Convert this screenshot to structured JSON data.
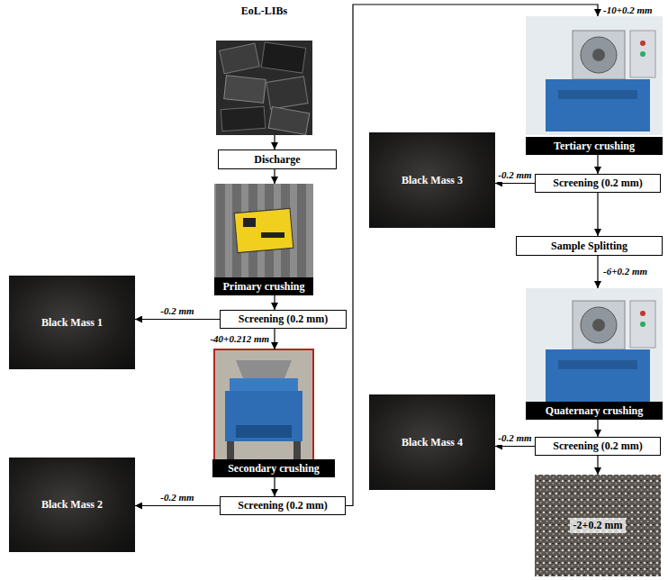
{
  "diagram": {
    "nodes": [
      {
        "text": [
          "EoL-LIBs"
        ]
      },
      {
        "text": [
          "Discharge"
        ]
      },
      {
        "text": [
          "Primary crushing"
        ]
      },
      {
        "text": [
          "Screening (0.2 mm)"
        ]
      },
      {
        "text": [
          "Black Mass 1"
        ]
      },
      {
        "text": [
          "Secondary crushing"
        ]
      },
      {
        "text": [
          "Screening (0.2 mm)"
        ]
      },
      {
        "text": [
          "Black Mass 2"
        ]
      },
      {
        "text": [
          "Tertiary crushing"
        ]
      },
      {
        "text": [
          "Screening (0.2 mm)"
        ]
      },
      {
        "text": [
          "Black Mass 3"
        ]
      },
      {
        "text": [
          "Sample Splitting"
        ]
      },
      {
        "text": [
          "Quaternary crushing"
        ]
      },
      {
        "text": [
          "Screening (0.2 mm)"
        ]
      },
      {
        "text": [
          "Black Mass 4"
        ]
      },
      {
        "text": [
          "-2+0.2 mm"
        ]
      }
    ],
    "edges": [
      {
        "from": 0,
        "to": 1,
        "arrow": "to"
      },
      {
        "from": 1,
        "to": 2,
        "arrow": "to"
      },
      {
        "from": 2,
        "to": 3,
        "arrow": "to"
      },
      {
        "from": 3,
        "to": 4,
        "label": "-0.2 mm",
        "arrow": "to"
      },
      {
        "from": 3,
        "to": 5,
        "label": "-40+0.212 mm",
        "arrow": "to"
      },
      {
        "from": 5,
        "to": 6,
        "arrow": "to"
      },
      {
        "from": 6,
        "to": 7,
        "label": "-0.2 mm",
        "arrow": "to"
      },
      {
        "from": 6,
        "to": 8,
        "label": "-10+0.2 mm",
        "arrow": "to"
      },
      {
        "from": 8,
        "to": 9,
        "arrow": "to"
      },
      {
        "from": 9,
        "to": 10,
        "label": "-0.2 mm",
        "arrow": "to"
      },
      {
        "from": 9,
        "to": 11,
        "arrow": "to"
      },
      {
        "from": 11,
        "to": 12,
        "label": "-6+0.2 mm",
        "arrow": "to"
      },
      {
        "from": 12,
        "to": 13,
        "arrow": "to"
      },
      {
        "from": 13,
        "to": 14,
        "label": "-0.2 mm",
        "arrow": "to"
      },
      {
        "from": 13,
        "to": 15,
        "arrow": "to"
      }
    ]
  }
}
